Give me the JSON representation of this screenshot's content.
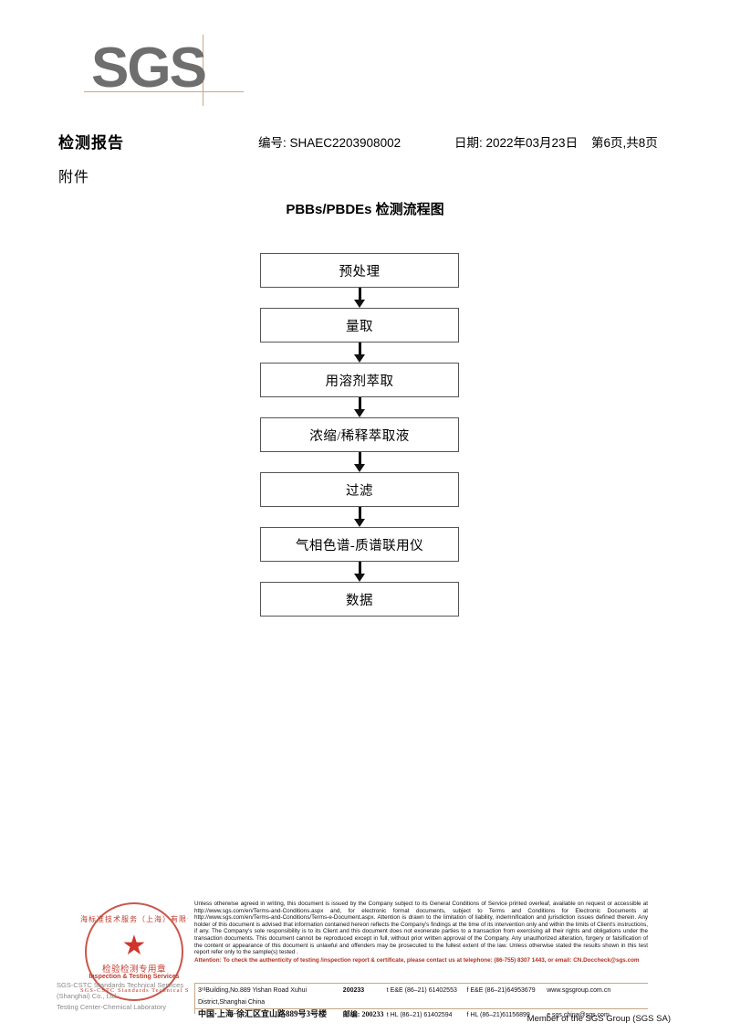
{
  "logo": {
    "text": "SGS"
  },
  "header": {
    "title": "检测报告",
    "report_no": "编号: SHAEC2203908002",
    "date": "日期: 2022年03月23日",
    "page": "第6页,共8页",
    "attachment_label": "附件"
  },
  "flowchart": {
    "title": "PBBs/PBDEs 检测流程图",
    "nodes": [
      {
        "label": "预处理"
      },
      {
        "label": "量取"
      },
      {
        "label": "用溶剂萃取"
      },
      {
        "label": "浓缩/稀释萃取液"
      },
      {
        "label": "过滤"
      },
      {
        "label": "气相色谱-质谱联用仪"
      },
      {
        "label": "数据"
      }
    ]
  },
  "seal": {
    "arc_top": "海标准技术服务（上海）有限公司",
    "arc_bottom": "SGS-CSTC Standards Technical Services",
    "star": "★",
    "line_cn": "检验检测专用章",
    "line_en": "Inspection & Testing Services"
  },
  "company": {
    "line1": "SGS-CSTC Standards Technical Services (Shanghai) Co., Ltd.",
    "line2": "Testing Center-Chemical Laboratory"
  },
  "legal": {
    "paragraph": "Unless otherwise agreed in writing, this document is issued by the Company subject to its General Conditions of Service printed overleaf, available on request or accessible at http://www.sgs.com/en/Terms-and-Conditions.aspx and, for electronic format documents, subject to Terms and Conditions for Electronic Documents at http://www.sgs.com/en/Terms-and-Conditions/Terms-e-Document.aspx. Attention is drawn to the limitation of liability, indemnification and jurisdiction issues defined therein. Any holder of this document is advised that information contained hereon reflects the Company's findings at the time of its intervention only and within the limits of Client's instructions, if any. The Company's sole responsibility is to its Client and this document does not exonerate parties to a transaction from exercising all their rights and obligations under the transaction documents. This document cannot be reproduced except in full, without prior written approval of the Company. Any unauthorized alteration, forgery or falsification of the content or appearance of this document is unlawful and offenders may be prosecuted to the fullest extent of the law. Unless otherwise stated the results shown in this test report refer only to the sample(s) tested .",
    "attention": "Attention: To check the authenticity of testing /inspection report & certificate, please contact us at telephone: (86-755) 8307 1443, or email: CN.Doccheck@sgs.com"
  },
  "address": {
    "row_en": {
      "street": "3ʳᵈBuilding,No.889 Yishan Road Xuhui District,Shanghai China",
      "postcode": "200233",
      "tel1": "t E&E (86–21) 61402553",
      "tel2": "f E&E (86–21)64953679",
      "web": "www.sgsgroup.com.cn"
    },
    "row_cn": {
      "street": "中国·上海·徐汇区宜山路889号3号楼",
      "postcode": "邮编: 200233",
      "tel1": "t HL (86–21) 61402594",
      "tel2": "f HL (86–21)61156899",
      "web": "e sgs.china@sgs.com"
    }
  },
  "footer": {
    "member": "Member of the SGS Group (SGS SA)"
  },
  "colors": {
    "logo_gray": "#6e6e6e",
    "rule_tan": "#c8a887",
    "seal_red": "#c0392b",
    "attention_red": "#b4301f"
  }
}
